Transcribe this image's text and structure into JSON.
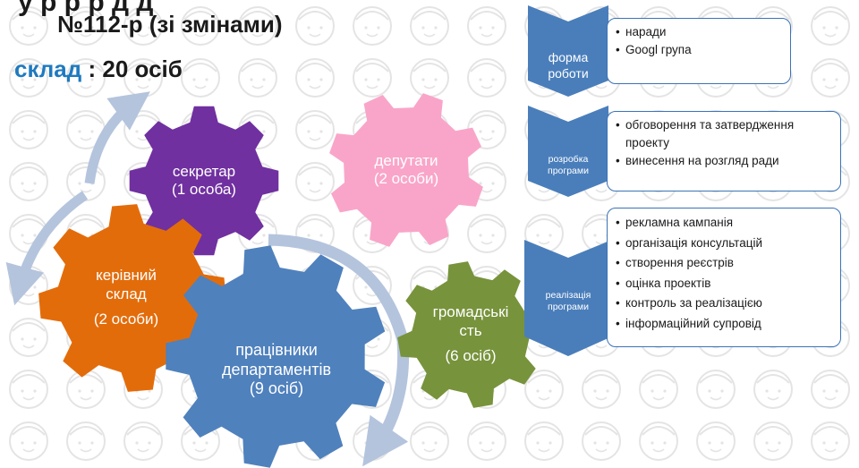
{
  "header": {
    "title_partial": "у  р      р  р д                                   д",
    "order_line": "№112-р (зі змінами)",
    "composition_label": "склад",
    "composition_value": " : 20 осіб"
  },
  "gears": [
    {
      "key": "secretary",
      "lines": [
        "секретар",
        "(1 особа)"
      ],
      "color": "#7030a0"
    },
    {
      "key": "deputies",
      "lines": [
        "депутати",
        "(2 особи)"
      ],
      "color": "#f9a5c9"
    },
    {
      "key": "leadership",
      "lines": [
        "керівний",
        "склад",
        "(2 особи)"
      ],
      "color": "#e36c0a"
    },
    {
      "key": "departments",
      "lines": [
        "працівники",
        "департаментів",
        "(9 осіб)"
      ],
      "color": "#4f81bd"
    },
    {
      "key": "community",
      "lines": [
        "громадські",
        "сть",
        "(6 осіб)"
      ],
      "color": "#77933c"
    }
  ],
  "process": [
    {
      "key": "form",
      "label": [
        "форма",
        "роботи"
      ],
      "items": [
        "наради",
        "Googl група"
      ]
    },
    {
      "key": "develop",
      "label": [
        "розробка",
        "програми"
      ],
      "items": [
        "обговорення та затвердження проекту",
        "винесення на розгляд ради"
      ]
    },
    {
      "key": "implement",
      "label": [
        "реалізація",
        "програми"
      ],
      "items": [
        "рекламна кампанія",
        "організація консультацій",
        "створення реєстрів",
        "оцінка проектів",
        "контроль за реалізацією",
        "інформаційний супровід"
      ]
    }
  ],
  "colors": {
    "chevron": "#4a7ebb",
    "panel_border": "#3b73b5",
    "arrows": "#b4c4dd",
    "accent": "#1f7abf"
  }
}
